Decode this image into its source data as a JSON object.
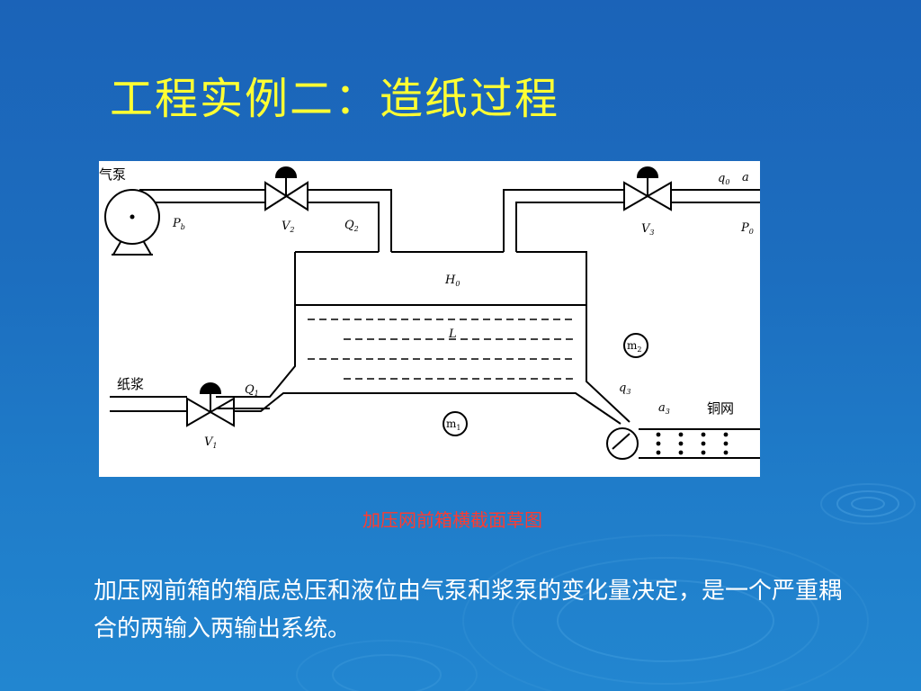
{
  "slide": {
    "title": "工程实例二：造纸过程",
    "caption": "加压网前箱横截面草图",
    "body": "加压网前箱的箱底总压和液位由气泵和浆泵的变化量决定，是一个严重耦合的两输入两输出系统。"
  },
  "diagram": {
    "air_pump_label": "气泵",
    "pulp_label": "纸浆",
    "copper_mesh_label": "铜网",
    "pressure_pb": "P",
    "pressure_pb_sub": "b",
    "valve_v1": "V",
    "valve_v1_sub": "1",
    "valve_v2": "V",
    "valve_v2_sub": "2",
    "valve_v3": "V",
    "valve_v3_sub": "3",
    "flow_q1": "Q",
    "flow_q1_sub": "1",
    "flow_q2": "Q",
    "flow_q2_sub": "2",
    "flow_q0": "q",
    "flow_q0_sub": "0",
    "flow_q3": "q",
    "flow_q3_sub": "3",
    "label_a": "a",
    "label_a3": "a",
    "label_a3_sub": "3",
    "pressure_p0": "P",
    "pressure_p0_sub": "0",
    "head_h0": "H",
    "head_h0_sub": "0",
    "level_l": "L",
    "mass_m1": "m",
    "mass_m1_sub": "1",
    "mass_m2": "m",
    "mass_m2_sub": "2"
  },
  "colors": {
    "title": "#ffff33",
    "caption": "#ff3b2f",
    "body_text": "#ffffff",
    "background": "#1c6ebf"
  }
}
